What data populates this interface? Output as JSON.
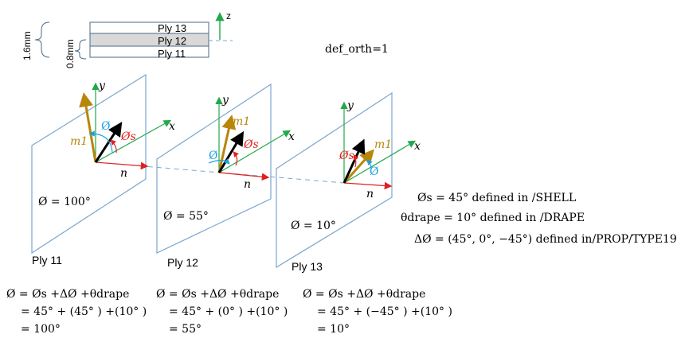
{
  "stack": {
    "dims": {
      "total": "1.6mm",
      "half": "0.8mm"
    },
    "plies": [
      "Ply 13",
      "Ply 12",
      "Ply 11"
    ],
    "z_label": "z"
  },
  "def_orth": "def_orth=1",
  "plies": [
    {
      "name": "Ply 11",
      "phi_value": "Ø = 100°",
      "formula": [
        "Ø = Øs +ΔØ +θdrape",
        "= 45° + (45° ) +(10° )",
        "= 100°"
      ]
    },
    {
      "name": "Ply 12",
      "phi_value": "Ø = 55°",
      "formula": [
        "Ø = Øs +ΔØ +θdrape",
        "= 45° + (0° ) +(10° )",
        "= 55°"
      ]
    },
    {
      "name": "Ply 13",
      "phi_value": "Ø = 10°",
      "formula": [
        "Ø = Øs +ΔØ +θdrape",
        "= 45° + (−45° ) +(10° )",
        "= 10°"
      ]
    }
  ],
  "axes": {
    "x": "x",
    "y": "y",
    "n": "n",
    "m1": "m1",
    "phi": "Ø",
    "phi_s": "Øs"
  },
  "notes": {
    "shell": "Øs = 45° defined in /SHELL",
    "drape": "θdrape = 10° defined in /DRAPE",
    "delta": "ΔØ = (45°, 0°, −45°) defined in/PROP/TYPE19"
  },
  "colors": {
    "plane": "#7aa7cf",
    "green": "#22a84a",
    "gold": "#b8860b",
    "red": "#e02020",
    "cyan": "#1ea0e0",
    "black": "#000000"
  }
}
